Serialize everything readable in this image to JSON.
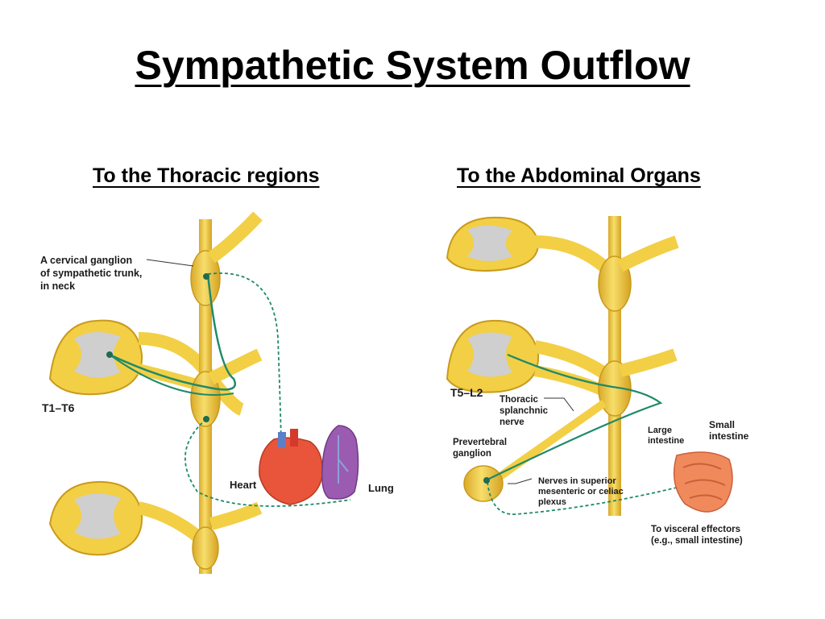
{
  "title": "Sympathetic System Outflow",
  "subtitles": {
    "left": "To the Thoracic regions",
    "right": "To the Abdominal Organs"
  },
  "left_figure": {
    "ganglion_label": [
      "A cervical ganglion",
      "of sympathetic trunk,",
      "in neck"
    ],
    "segment_label": "T1–T6",
    "heart_label": "Heart",
    "lung_label": "Lung"
  },
  "right_figure": {
    "segment_label": "T5–L2",
    "splanchnic_label": [
      "Thoracic",
      "splanchnic",
      "nerve"
    ],
    "prevertebral_label": [
      "Prevertebral",
      "ganglion"
    ],
    "plexus_label": [
      "Nerves in superior",
      "mesenteric or celiac",
      "plexus"
    ],
    "large_intestine_label": [
      "Large",
      "intestine"
    ],
    "small_intestine_label": [
      "Small",
      "intestine"
    ],
    "effectors_label": [
      "To visceral effectors",
      "(e.g., small intestine)"
    ]
  },
  "colors": {
    "nerve": "#f2cf45",
    "nerve_dark": "#c99a1b",
    "gray_matter": "#cfcfcf",
    "preganglionic": "#1e8a6a",
    "postganglionic": "#1e8a6a",
    "heart": "#e8553a",
    "lung": "#9b5bb0",
    "intestine": "#f08a5c"
  }
}
